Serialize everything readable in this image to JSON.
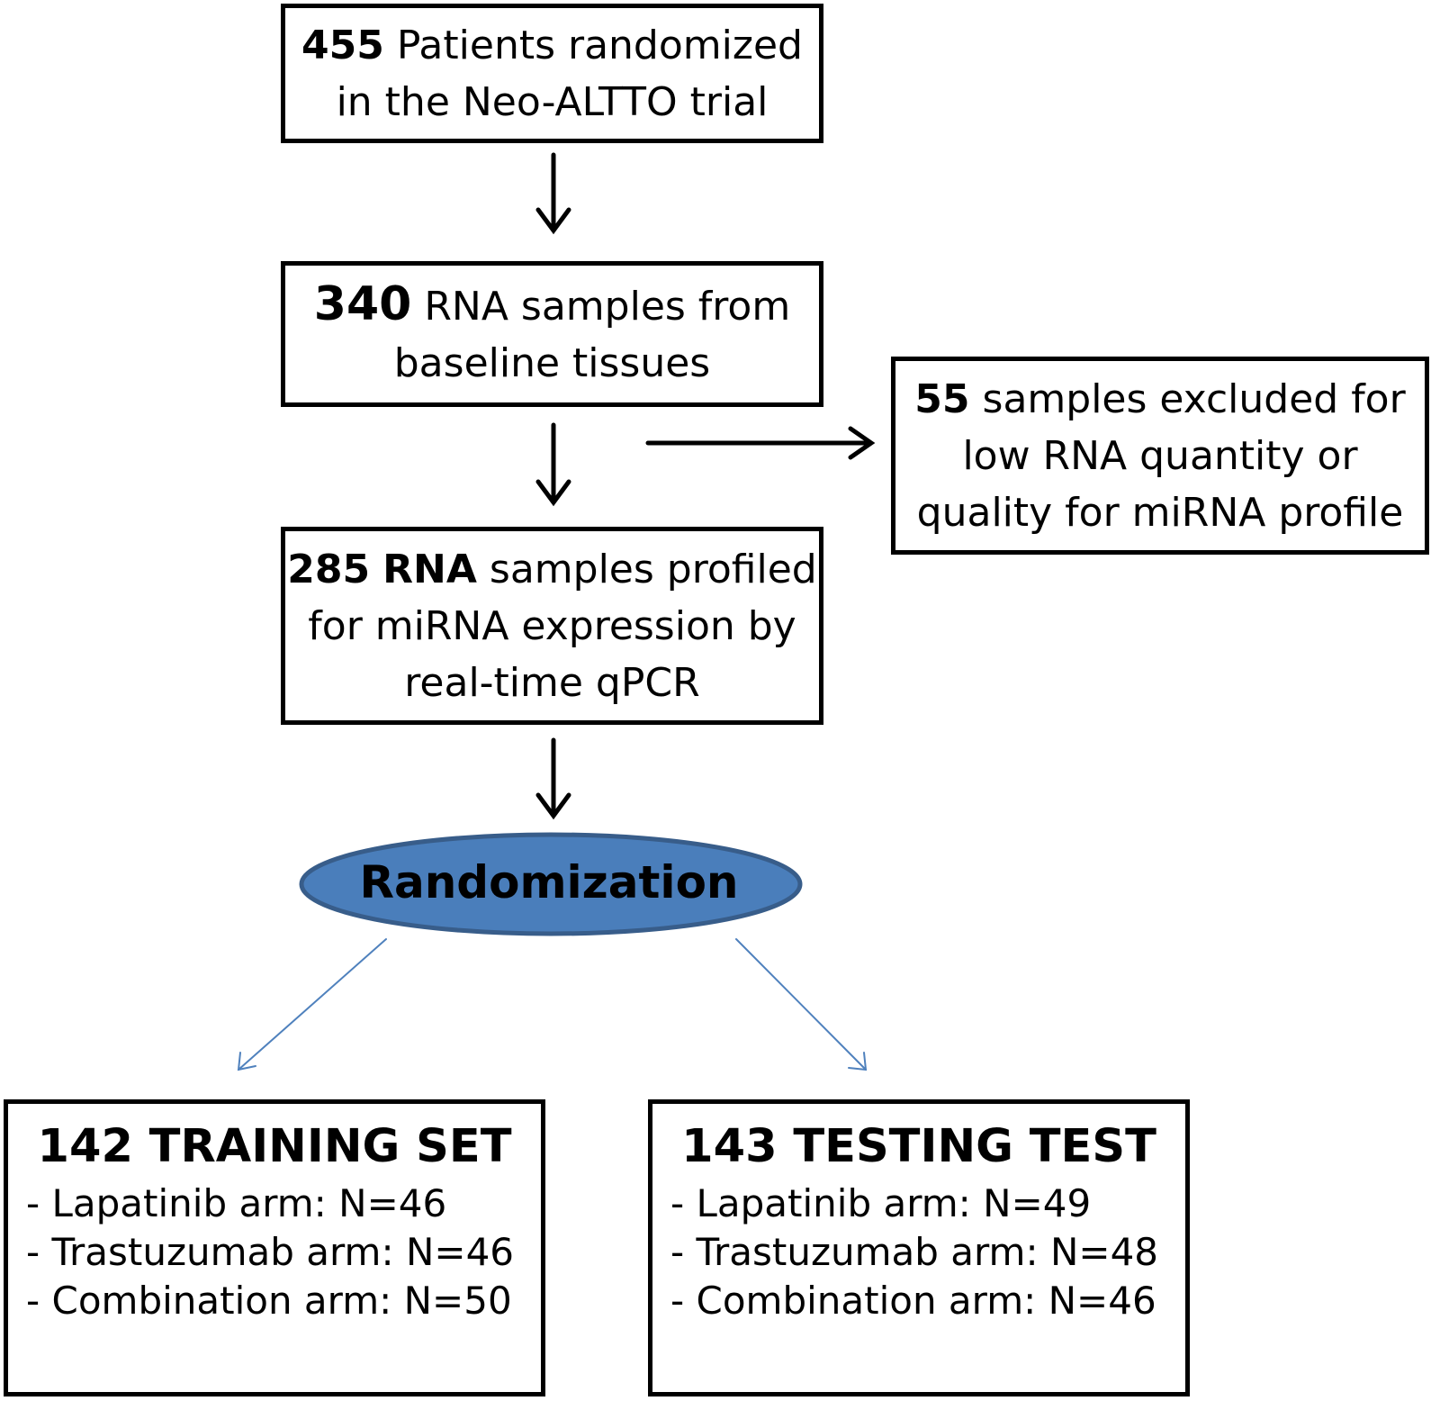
{
  "boxes": {
    "patients": {
      "number": "455",
      "line1": "Patients randomized",
      "line2": "in the Neo-ALTTO  trial"
    },
    "rna": {
      "number": "340",
      "line1": "RNA samples from",
      "line2": "baseline tissues"
    },
    "excluded": {
      "number": "55",
      "line1": "samples  excluded for",
      "line2": "low RNA quantity or",
      "line3": "quality  for miRNA profile"
    },
    "profiled": {
      "number": "285",
      "bold_word": "RNA",
      "line1": "samples profiled",
      "line2": "for miRNA expression  by",
      "line3": "real-time qPCR"
    }
  },
  "randomization": {
    "label": "Randomization",
    "fill": "#4a7ebb",
    "stroke": "#385d8a"
  },
  "split_arrow_color": "#4f81bd",
  "training": {
    "title": "142 TRAINING SET",
    "items": [
      "- Lapatinib arm: N=46",
      "- Trastuzumab  arm: N=46",
      "- Combination arm: N=50"
    ]
  },
  "testing": {
    "title": "143 TESTING TEST",
    "items": [
      "- Lapatinib arm: N=49",
      "- Trastuzumab  arm: N=48",
      "- Combination arm: N=46"
    ]
  }
}
